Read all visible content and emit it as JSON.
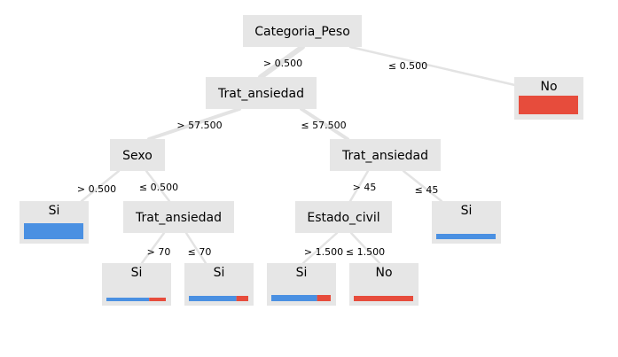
{
  "colors": {
    "class_si": "#4a90e2",
    "class_no": "#e74c3c",
    "node_bg": "#e6e6e6",
    "edge": "#e3e3e3"
  },
  "tree": {
    "nodes": {
      "root": {
        "label": "Categoria_Peso",
        "type": "split"
      },
      "leaf_no_top": {
        "label": "No",
        "type": "leaf",
        "dist": [
          0,
          1
        ]
      },
      "ansiedad_1": {
        "label": "Trat_ansiedad",
        "type": "split"
      },
      "sexo": {
        "label": "Sexo",
        "type": "split"
      },
      "ansiedad_2": {
        "label": "Trat_ansiedad",
        "type": "split"
      },
      "leaf_si_sexo": {
        "label": "Si",
        "type": "leaf",
        "dist": [
          1,
          0
        ]
      },
      "ansiedad_3": {
        "label": "Trat_ansiedad",
        "type": "split"
      },
      "estado_civil": {
        "label": "Estado_civil",
        "type": "split"
      },
      "leaf_si_ans2": {
        "label": "Si",
        "type": "leaf",
        "dist": [
          1,
          0
        ]
      },
      "leaf_si_gt70": {
        "label": "Si",
        "type": "leaf",
        "dist": [
          0.72,
          0.28
        ]
      },
      "leaf_si_le70": {
        "label": "Si",
        "type": "leaf",
        "dist": [
          0.8,
          0.2
        ]
      },
      "leaf_si_ec": {
        "label": "Si",
        "type": "leaf",
        "dist": [
          0.77,
          0.23
        ]
      },
      "leaf_no_ec": {
        "label": "No",
        "type": "leaf",
        "dist": [
          0,
          1
        ]
      }
    },
    "edges": [
      {
        "from": "root",
        "to": "ansiedad_1",
        "label": "> 0.500",
        "weight": "heavy"
      },
      {
        "from": "root",
        "to": "leaf_no_top",
        "label": "≤ 0.500",
        "weight": "light"
      },
      {
        "from": "ansiedad_1",
        "to": "sexo",
        "label": "> 57.500",
        "weight": "medium"
      },
      {
        "from": "ansiedad_1",
        "to": "ansiedad_2",
        "label": "≤ 57.500",
        "weight": "medium"
      },
      {
        "from": "sexo",
        "to": "leaf_si_sexo",
        "label": "> 0.500",
        "weight": "light"
      },
      {
        "from": "sexo",
        "to": "ansiedad_3",
        "label": "≤ 0.500",
        "weight": "light"
      },
      {
        "from": "ansiedad_2",
        "to": "estado_civil",
        "label": "> 45",
        "weight": "light"
      },
      {
        "from": "ansiedad_2",
        "to": "leaf_si_ans2",
        "label": "≤ 45",
        "weight": "light"
      },
      {
        "from": "ansiedad_3",
        "to": "leaf_si_gt70",
        "label": "> 70",
        "weight": "light"
      },
      {
        "from": "ansiedad_3",
        "to": "leaf_si_le70",
        "label": "≤ 70",
        "weight": "light"
      },
      {
        "from": "estado_civil",
        "to": "leaf_si_ec",
        "label": "> 1.500",
        "weight": "light"
      },
      {
        "from": "estado_civil",
        "to": "leaf_no_ec",
        "label": "≤ 1.500",
        "weight": "light"
      }
    ]
  }
}
